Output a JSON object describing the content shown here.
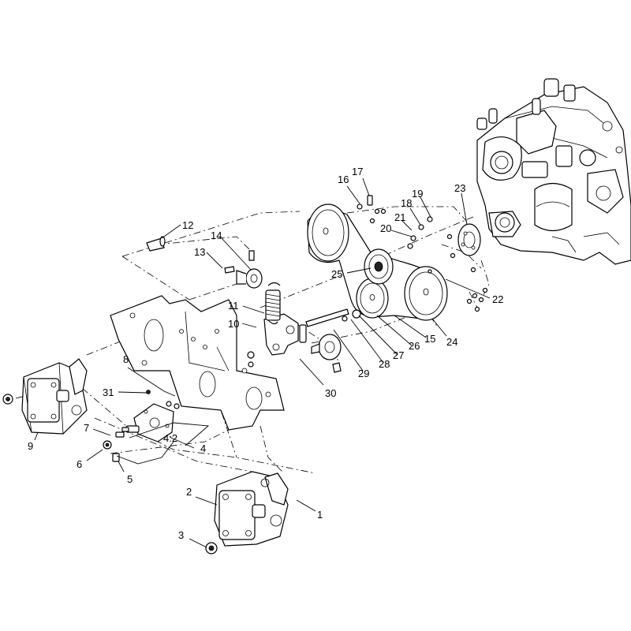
{
  "callouts": [
    {
      "id": "c1",
      "label": "1"
    },
    {
      "id": "c2",
      "label": "2"
    },
    {
      "id": "c3",
      "label": "3"
    },
    {
      "id": "c4",
      "label": "4"
    },
    {
      "id": "c4_2",
      "label": "4:2"
    },
    {
      "id": "c5",
      "label": "5"
    },
    {
      "id": "c6",
      "label": "6"
    },
    {
      "id": "c7",
      "label": "7"
    },
    {
      "id": "c8",
      "label": "8"
    },
    {
      "id": "c9",
      "label": "9"
    },
    {
      "id": "c10",
      "label": "10"
    },
    {
      "id": "c11",
      "label": "11"
    },
    {
      "id": "c12",
      "label": "12"
    },
    {
      "id": "c13",
      "label": "13"
    },
    {
      "id": "c14",
      "label": "14"
    },
    {
      "id": "c15",
      "label": "15"
    },
    {
      "id": "c16",
      "label": "16"
    },
    {
      "id": "c17",
      "label": "17"
    },
    {
      "id": "c18",
      "label": "18"
    },
    {
      "id": "c19",
      "label": "19"
    },
    {
      "id": "c20",
      "label": "20"
    },
    {
      "id": "c21",
      "label": "21"
    },
    {
      "id": "c22",
      "label": "22"
    },
    {
      "id": "c23",
      "label": "23"
    },
    {
      "id": "c24",
      "label": "24"
    },
    {
      "id": "c25",
      "label": "25"
    },
    {
      "id": "c26",
      "label": "26"
    },
    {
      "id": "c27",
      "label": "27"
    },
    {
      "id": "c28",
      "label": "28"
    },
    {
      "id": "c29",
      "label": "29"
    },
    {
      "id": "c30",
      "label": "30"
    },
    {
      "id": "c31",
      "label": "31"
    }
  ]
}
